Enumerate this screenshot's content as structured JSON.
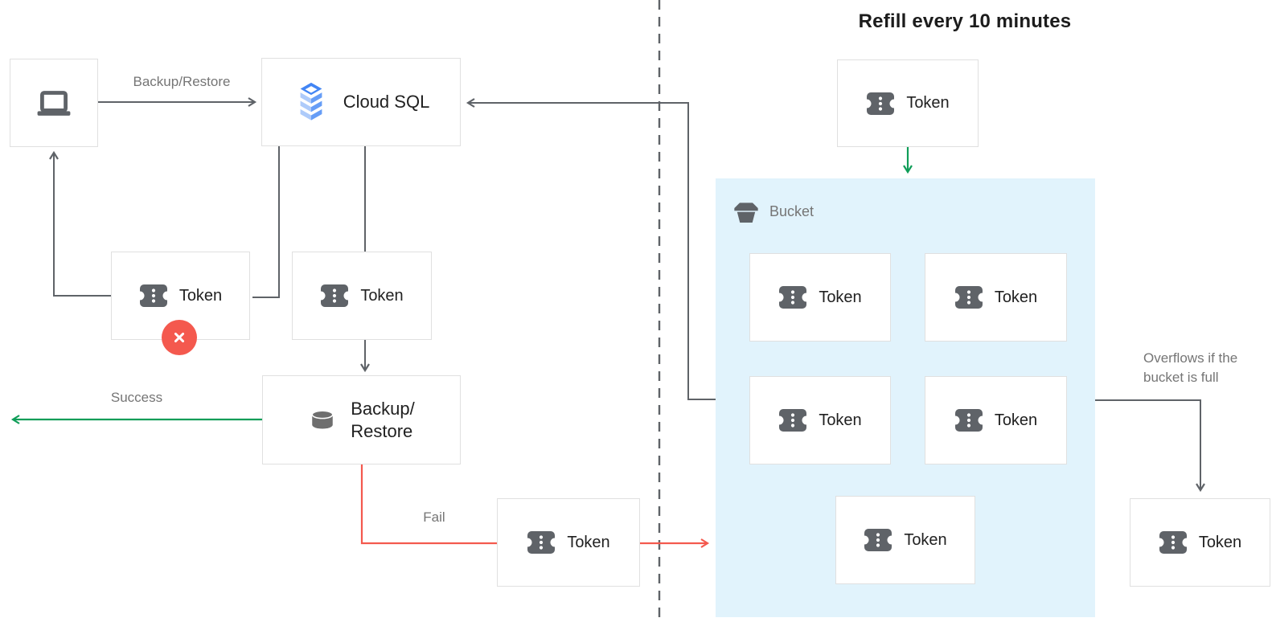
{
  "title": "Refill every 10 minutes",
  "edges": {
    "backup_restore_label": "Backup/Restore",
    "success_label": "Success",
    "fail_label": "Fail",
    "overflow_label_line1": "Overflows if the",
    "overflow_label_line2": "bucket is full"
  },
  "nodes": {
    "cloud_sql_label": "Cloud SQL",
    "backup_restore_line1": "Backup/",
    "backup_restore_line2": "Restore",
    "token_label": "Token",
    "bucket_label": "Bucket"
  },
  "colors": {
    "line_gray": "#5f6368",
    "text_gray": "#757575",
    "text_dark": "#212121",
    "green": "#0f9d58",
    "red": "#f4594e",
    "bucket_bg": "#e1f3fc",
    "box_border": "#e0e0e0",
    "icon_gray": "#5f6368",
    "db_gray": "#6e6e6e",
    "cloud_sql_blue": "#4285f4",
    "cloud_sql_light": "#aecbfa",
    "cloud_sql_mid": "#669df6"
  }
}
